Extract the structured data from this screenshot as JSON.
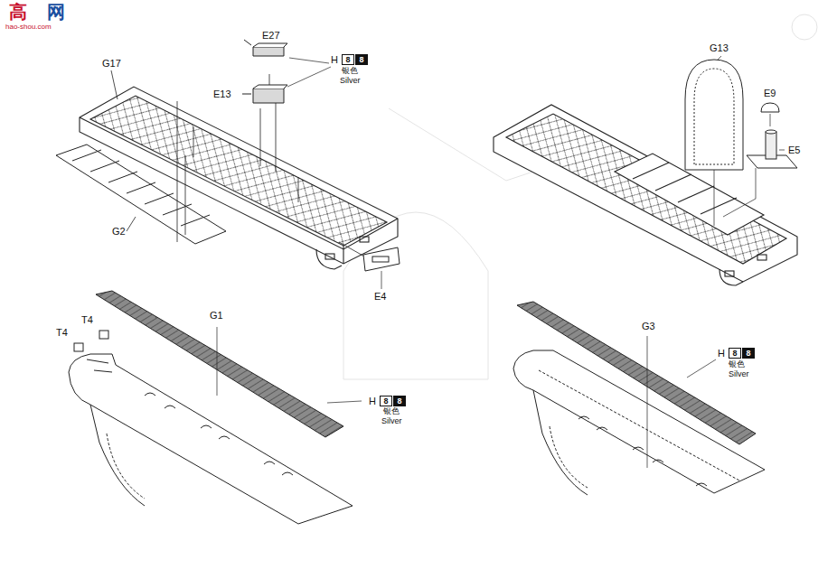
{
  "diagram": {
    "nodes": [
      {
        "text": [
          "8"
        ]
      },
      {
        "text": [
          "8"
        ]
      },
      {
        "text": [
          "8"
        ]
      },
      {
        "text": [
          "8"
        ]
      },
      {
        "text": [
          "8"
        ]
      },
      {
        "text": [
          "8"
        ]
      }
    ],
    "labels": [
      "高",
      "网",
      "hao-shou.com",
      "G17",
      "E27",
      "H",
      "银色",
      "Silver",
      "E13",
      "G2",
      "E4",
      "G13",
      "E9",
      "E5",
      "T4",
      "T4",
      "G1",
      "H",
      "银色",
      "Silver",
      "G3",
      "H",
      "银色",
      "Silver"
    ]
  }
}
